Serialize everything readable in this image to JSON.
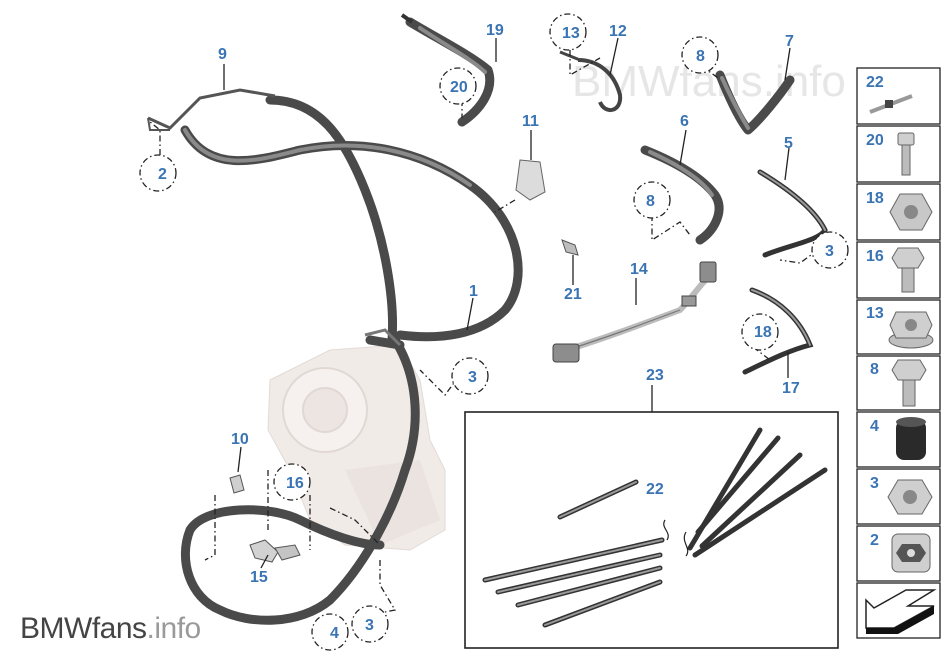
{
  "watermark": "BMWfans.info",
  "brand": {
    "name": "BMWfans",
    "tld": ".info"
  },
  "labels": {
    "n1": "1",
    "n2": "2",
    "n3a": "3",
    "n3b": "3",
    "n3c": "3",
    "n4": "4",
    "n5": "5",
    "n6": "6",
    "n7": "7",
    "n8a": "8",
    "n8b": "8",
    "n9": "9",
    "n10": "10",
    "n11": "11",
    "n12": "12",
    "n13": "13",
    "n14": "14",
    "n15": "15",
    "n16": "16",
    "n17": "17",
    "n18": "18",
    "n19": "19",
    "n20": "20",
    "n21": "21",
    "n22": "22",
    "n23": "23"
  },
  "parts_panel": [
    {
      "label": "22",
      "icon": "clip-icon"
    },
    {
      "label": "20",
      "icon": "screw-icon"
    },
    {
      "label": "18",
      "icon": "hex-nut-icon"
    },
    {
      "label": "16",
      "icon": "hex-bolt-icon"
    },
    {
      "label": "13",
      "icon": "collar-nut-icon"
    },
    {
      "label": "8",
      "icon": "bolt-icon"
    },
    {
      "label": "4",
      "icon": "cap-icon"
    },
    {
      "label": "3",
      "icon": "nut-icon"
    },
    {
      "label": "2",
      "icon": "cage-nut-icon"
    },
    {
      "label": "",
      "icon": "view-arrow-icon"
    }
  ]
}
